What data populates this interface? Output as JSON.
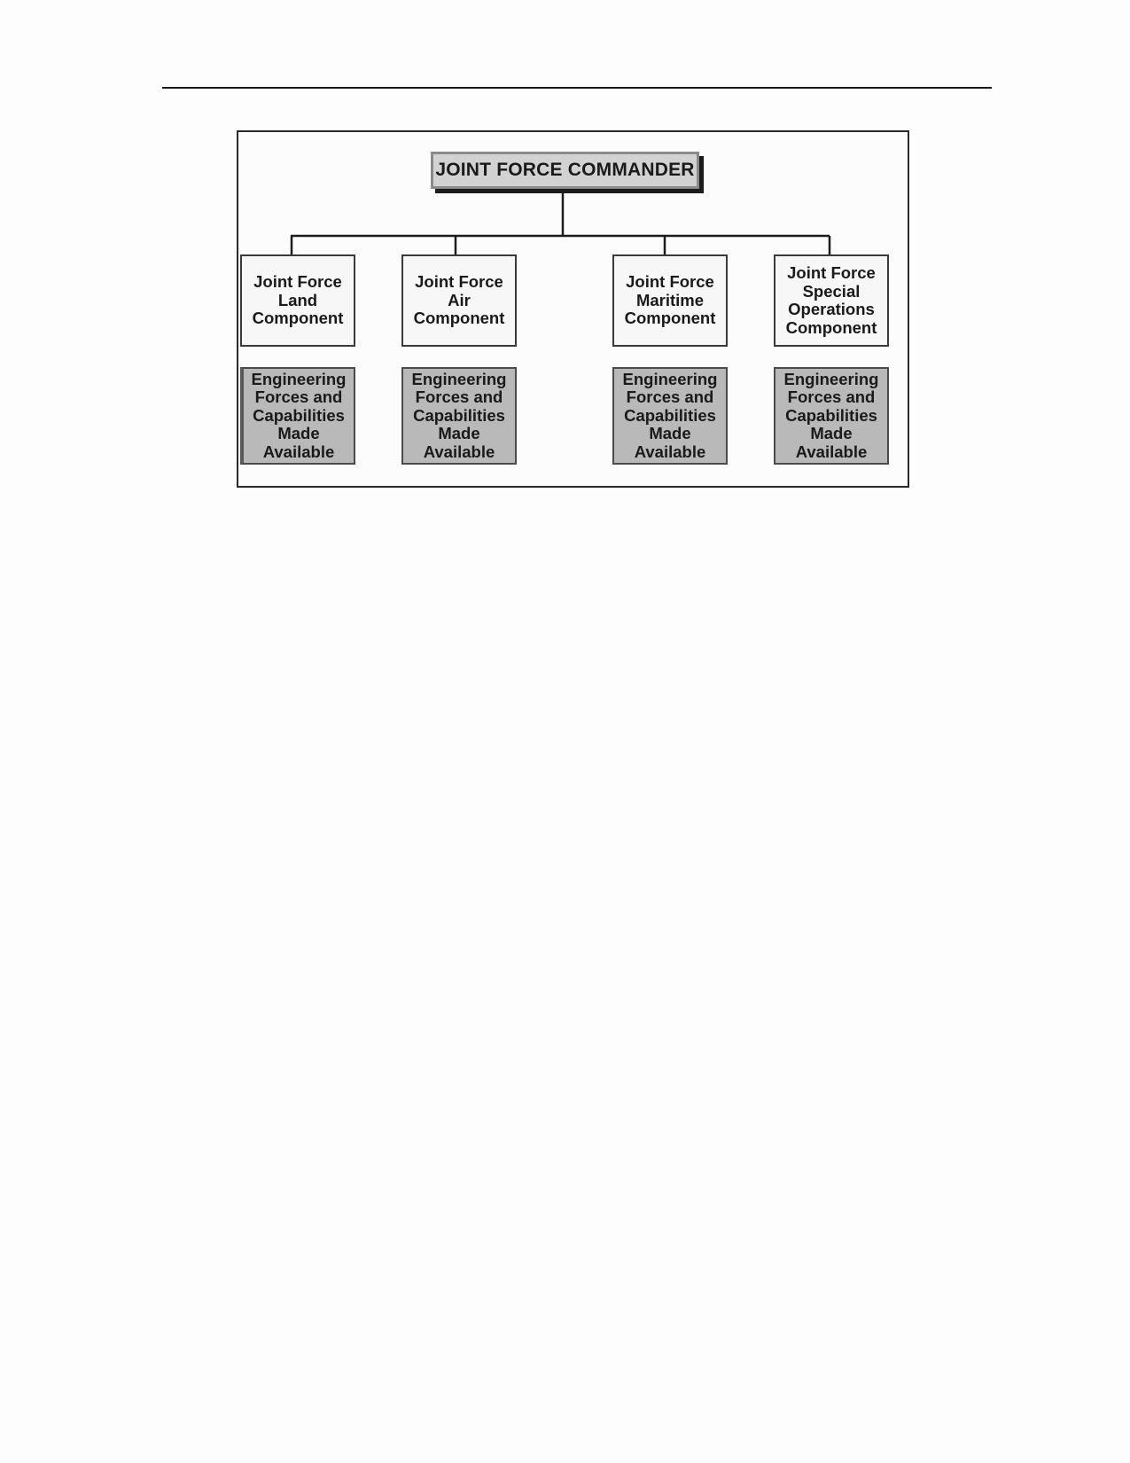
{
  "diagram": {
    "commander": "JOINT FORCE COMMANDER",
    "components": [
      "Joint Force\nLand\nComponent",
      "Joint Force\nAir\nComponent",
      "Joint Force\nMaritime\nComponent",
      "Joint Force\nSpecial\nOperations\nComponent"
    ],
    "capabilities": [
      "Engineering\nForces and\nCapabilities\nMade\nAvailable",
      "Engineering\nForces and\nCapabilities\nMade\nAvailable",
      "Engineering\nForces and\nCapabilities\nMade\nAvailable",
      "Engineering\nForces and\nCapabilities\nMade\nAvailable"
    ]
  }
}
